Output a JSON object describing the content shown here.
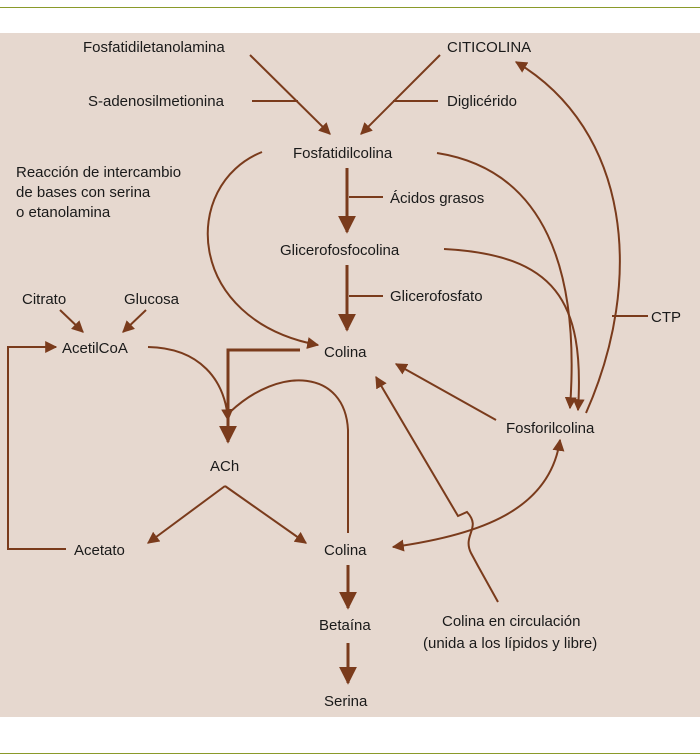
{
  "colors": {
    "arrow": "#7a3b1c",
    "background": "#e6d8cf",
    "rule": "#8a9a2a",
    "text": "#1a1a1a"
  },
  "labels": {
    "fosfatidiletanolamina": "Fosfatidiletanolamina",
    "citicolina": "CITICOLINA",
    "s_adenosilmetionina": "S-adenosilmetionina",
    "diglicerido": "Diglicérido",
    "fosfatidilcolina": "Fosfatidilcolina",
    "reaccion_intercambio": [
      "Reacción de intercambio",
      "de bases con serina",
      "o etanolamina"
    ],
    "acidos_grasos": "Ácidos grasos",
    "glicerofosfocolina": "Glicerofosfocolina",
    "glicerofosfato": "Glicerofosfato",
    "citrato": "Citrato",
    "glucosa": "Glucosa",
    "acetilcoa": "AcetilCoA",
    "colina_top": "Colina",
    "ctp": "CTP",
    "ach": "ACh",
    "fosforilcolina": "Fosforilcolina",
    "acetato": "Acetato",
    "colina_bottom": "Colina",
    "betaina": "Betaína",
    "serina": "Serina",
    "colina_circulacion": [
      "Colina en circulación",
      "(unida a los lípidos y libre)"
    ]
  }
}
